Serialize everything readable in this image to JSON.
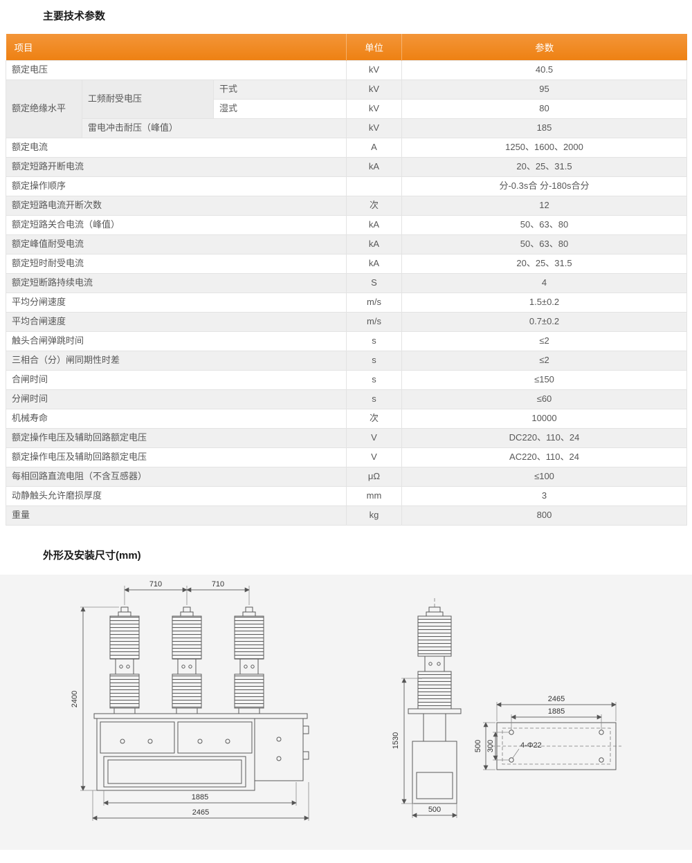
{
  "titles": {
    "parameters": "主要技术参数",
    "dimensions": "外形及安装尺寸(mm)"
  },
  "colors": {
    "accent": "#EE8113",
    "panel_background": "#F4F4F4",
    "stripe": "#F0F0F0"
  },
  "table": {
    "headers": {
      "item": "项目",
      "unit": "单位",
      "param": "参数"
    },
    "row_rated_voltage": {
      "item": "额定电压",
      "unit": "kV",
      "value": "40.5"
    },
    "insulation": {
      "group": "额定绝缘水平",
      "power_frequency": "工频耐受电压",
      "dry": {
        "label": "干式",
        "unit": "kV",
        "value": "95"
      },
      "wet": {
        "label": "湿式",
        "unit": "kV",
        "value": "80"
      },
      "lightning": {
        "label": "雷电冲击耐压（峰值）",
        "unit": "kV",
        "value": "185"
      }
    },
    "rows": [
      {
        "item": "额定电流",
        "unit": "A",
        "value": "1250、1600、2000"
      },
      {
        "item": "额定短路开断电流",
        "unit": "kA",
        "value": "20、25、31.5"
      },
      {
        "item": "额定操作顺序",
        "unit": "",
        "value": "分-0.3s合 分-180s合分"
      },
      {
        "item": "额定短路电流开断次数",
        "unit": "次",
        "value": "12"
      },
      {
        "item": "额定短路关合电流（峰值）",
        "unit": "kA",
        "value": "50、63、80"
      },
      {
        "item": "额定峰值耐受电流",
        "unit": "kA",
        "value": "50、63、80"
      },
      {
        "item": "额定短时耐受电流",
        "unit": "kA",
        "value": "20、25、31.5"
      },
      {
        "item": "额定短断路持续电流",
        "unit": "S",
        "value": "4"
      },
      {
        "item": "平均分闸速度",
        "unit": "m/s",
        "value": "1.5±0.2"
      },
      {
        "item": "平均合闸速度",
        "unit": "m/s",
        "value": "0.7±0.2"
      },
      {
        "item": "触头合闸弹跳时间",
        "unit": "s",
        "value": "≤2"
      },
      {
        "item": "三相合（分）闸同期性时差",
        "unit": "s",
        "value": "≤2"
      },
      {
        "item": "合闸时间",
        "unit": "s",
        "value": "≤150"
      },
      {
        "item": "分闸时间",
        "unit": "s",
        "value": "≤60"
      },
      {
        "item": "机械寿命",
        "unit": "次",
        "value": "10000"
      },
      {
        "item": "额定操作电压及辅助回路额定电压",
        "unit": "V",
        "value": "DC220、110、24"
      },
      {
        "item": "额定操作电压及辅助回路额定电压",
        "unit": "V",
        "value": "AC220、110、24"
      },
      {
        "item": "每相回路直流电阻（不含互感器）",
        "unit": "μΩ",
        "value": "≤100"
      },
      {
        "item": "动静触头允许磨损厚度",
        "unit": "mm",
        "value": "3"
      },
      {
        "item": "重量",
        "unit": "kg",
        "value": "800"
      }
    ]
  },
  "drawing": {
    "front": {
      "pitch_left": "710",
      "pitch_right": "710",
      "height": "2400",
      "width_inner": "1885",
      "width_outer": "2465"
    },
    "side": {
      "height": "1530",
      "depth": "500"
    },
    "plan": {
      "width_outer": "2465",
      "width_inner": "1885",
      "depth": "500",
      "hole_pitch": "300",
      "holes": "4-Φ22"
    }
  }
}
